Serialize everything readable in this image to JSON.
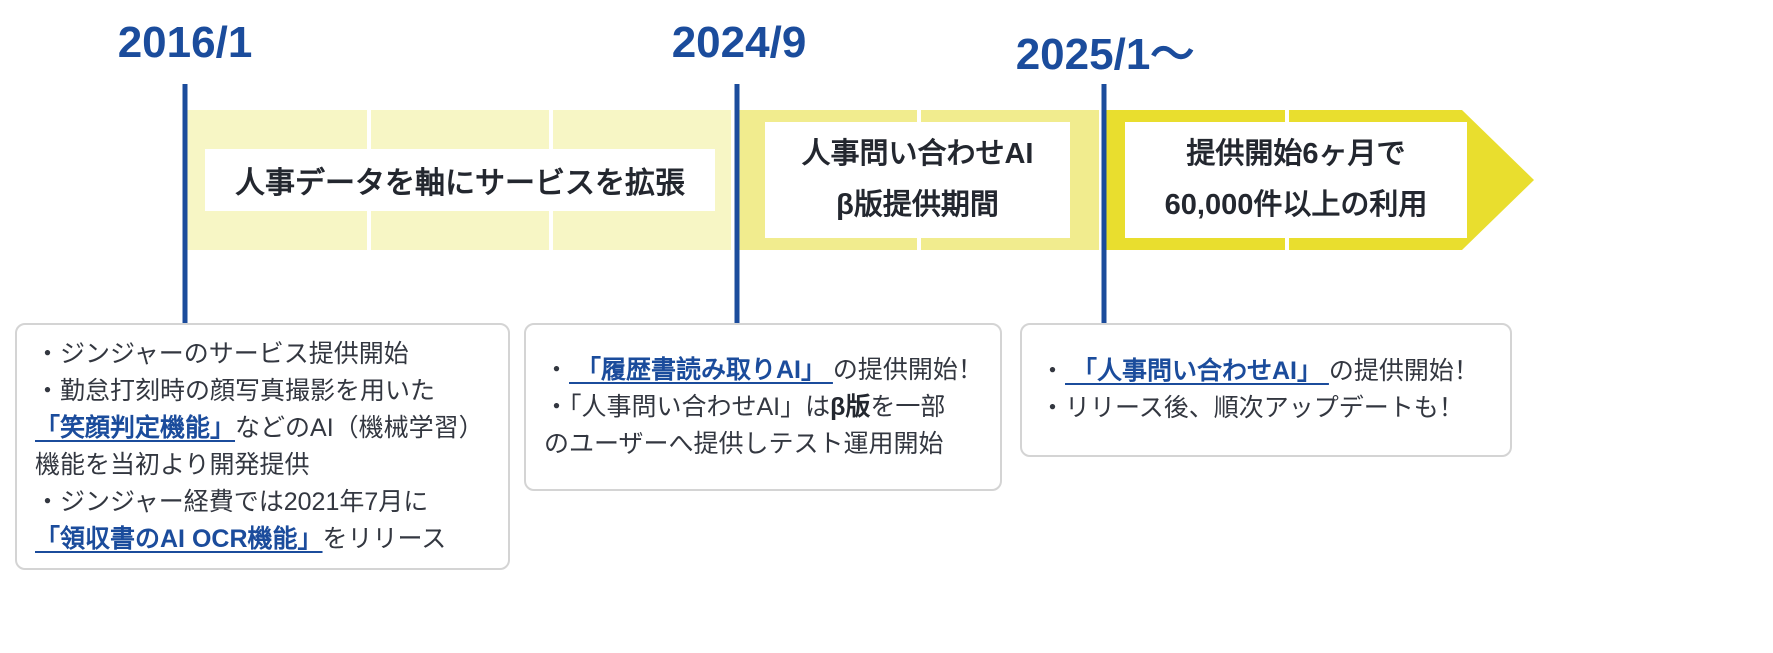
{
  "timeline": {
    "dates": [
      "2016/1",
      "2024/9",
      "2025/1〜"
    ],
    "band_labels": [
      {
        "lines": [
          "人事データを軸にサービスを拡張",
          ""
        ]
      },
      {
        "lines": [
          "人事問い合わせAI",
          "β版提供期間"
        ]
      },
      {
        "lines": [
          "提供開始6ヶ月で",
          "60,000件以上の利用"
        ]
      }
    ],
    "colors": {
      "accent_blue": "#1b4c9c",
      "band_pale_yellow": "#f7f6c5",
      "band_mid_yellow": "#f1ec8e",
      "band_bright_yellow": "#e9de2e",
      "card_border": "#d4d4d4"
    }
  },
  "cards": [
    {
      "lines": [
        {
          "runs": [
            {
              "text": "・ジンジャーのサービス提供開始"
            }
          ]
        },
        {
          "runs": [
            {
              "text": "・勤怠打刻時の顔写真撮影を用いた"
            }
          ]
        },
        {
          "runs": [
            {
              "text": " 「笑顔判定機能」"
            },
            {
              "text": "などのAI（機械学習）"
            }
          ]
        },
        {
          "runs": [
            {
              "text": "機能を当初より開発提供"
            }
          ]
        },
        {
          "runs": [
            {
              "text": "・ジンジャー経費では2021年7月に"
            }
          ]
        },
        {
          "runs": [
            {
              "text": " 「領収書のAI OCR機能」"
            },
            {
              "text": "をリリース"
            }
          ]
        }
      ]
    },
    {
      "lines": [
        {
          "runs": [
            {
              "text": "・"
            },
            {
              "text": " 「履歴書読み取りAI」 "
            },
            {
              "text": "の提供開始！"
            }
          ]
        },
        {
          "runs": [
            {
              "text": "・「人事問い合わせAI」は"
            },
            {
              "text": "β版"
            },
            {
              "text": "を一部"
            }
          ]
        },
        {
          "runs": [
            {
              "text": "のユーザーへ提供しテスト運用開始"
            }
          ]
        }
      ]
    },
    {
      "lines": [
        {
          "runs": [
            {
              "text": "・"
            },
            {
              "text": " 「人事問い合わせAI」 "
            },
            {
              "text": "の提供開始！"
            }
          ]
        },
        {
          "runs": [
            {
              "text": "・リリース後、順次アップデートも！"
            }
          ]
        }
      ]
    }
  ]
}
